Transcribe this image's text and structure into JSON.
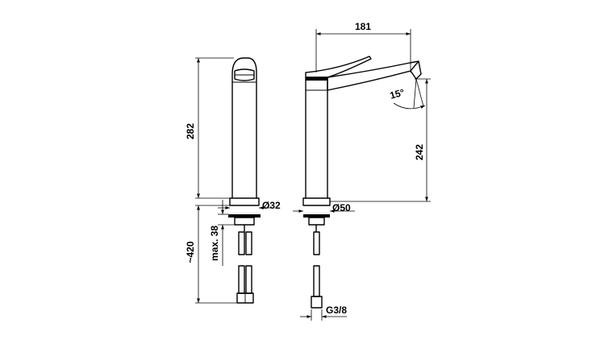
{
  "drawing": {
    "dimensions": {
      "spout_reach": "181",
      "total_height": "282",
      "spout_height": "242",
      "hose_length": "~420",
      "max_thickness": "max. 38",
      "base_diameter_side": "Ø32",
      "base_diameter_front": "Ø50",
      "connection_thread": "G3/8",
      "spout_angle": "15°"
    }
  }
}
